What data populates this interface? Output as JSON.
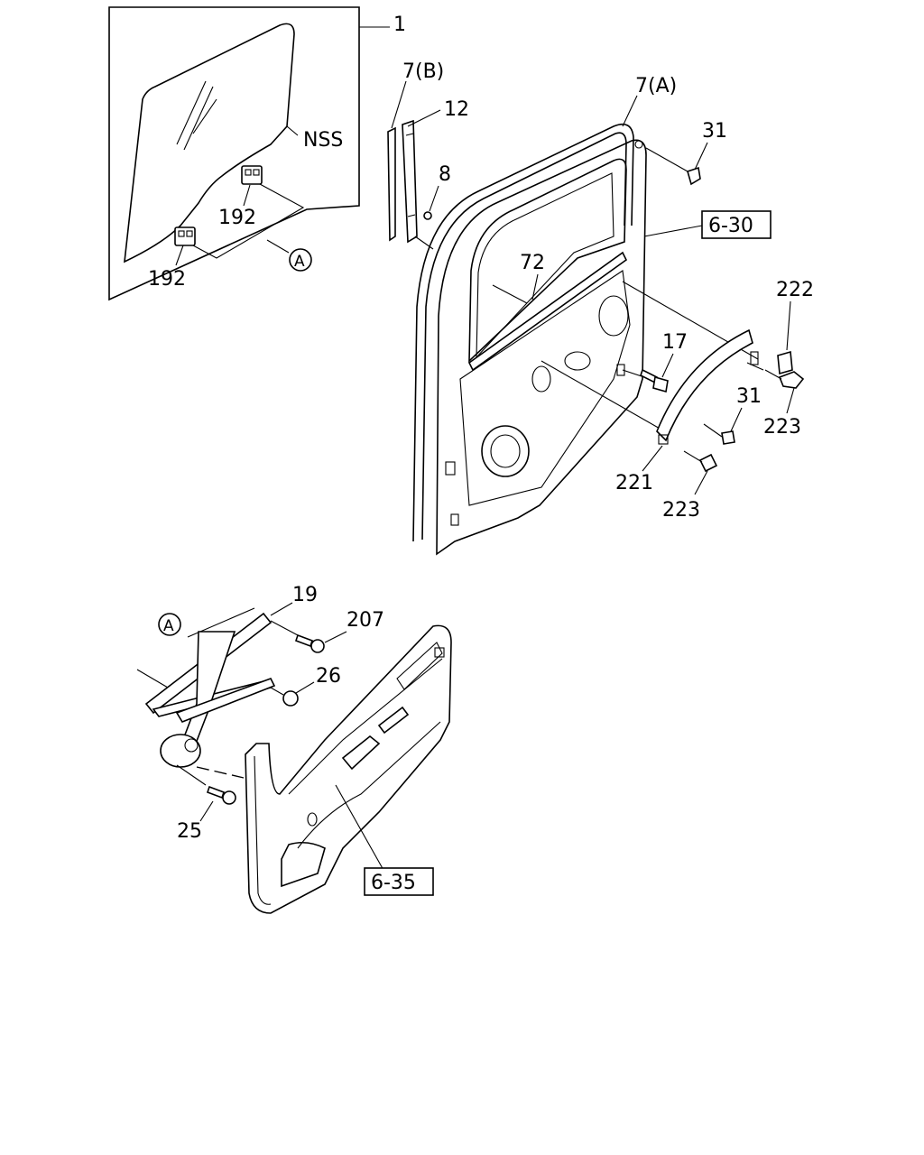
{
  "labels": {
    "l1": "1",
    "nss": "NSS",
    "l192a": "192",
    "l192b": "192",
    "ref_a_top": "A",
    "l7b": "7(B)",
    "l12": "12",
    "l8": "8",
    "l7a": "7(A)",
    "l31a": "31",
    "ref_630": "6-30",
    "l72": "72",
    "l222": "222",
    "l17": "17",
    "l31b": "31",
    "l223a": "223",
    "l221": "221",
    "l223b": "223",
    "l19": "19",
    "ref_a_bottom": "A",
    "l207": "207",
    "l26": "26",
    "l25": "25",
    "ref_635": "6-35"
  }
}
